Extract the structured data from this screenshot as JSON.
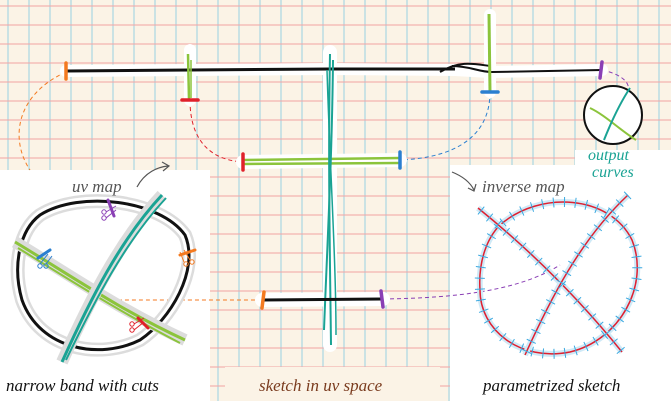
{
  "labels": {
    "uv_map": "uv map",
    "inverse_map": "inverse map",
    "output": "output",
    "curves": "curves",
    "narrow_band": "narrow band with cuts",
    "sketch_uv": "sketch in uv space",
    "parametrized": "parametrized sketch"
  },
  "colors": {
    "grid_bg": "#fbf3e6",
    "grid_h": "#f2a3a3",
    "grid_v": "#8ecfe3",
    "green": "#8cc43c",
    "teal": "#1aa394",
    "black": "#111111",
    "orange": "#f47a20",
    "purple": "#8a3fb5",
    "red": "#e0202a",
    "blue": "#2a7fd0",
    "param_red": "#e02030",
    "param_blue": "#3aa8e0",
    "label_gray": "#555555",
    "label_teal": "#1aa394",
    "label_brown": "#7a3b1e"
  },
  "icons": {
    "scissors": "scissors-icon",
    "arrow_uv": "curved-arrow-icon",
    "arrow_inverse": "curved-arrow-icon"
  }
}
